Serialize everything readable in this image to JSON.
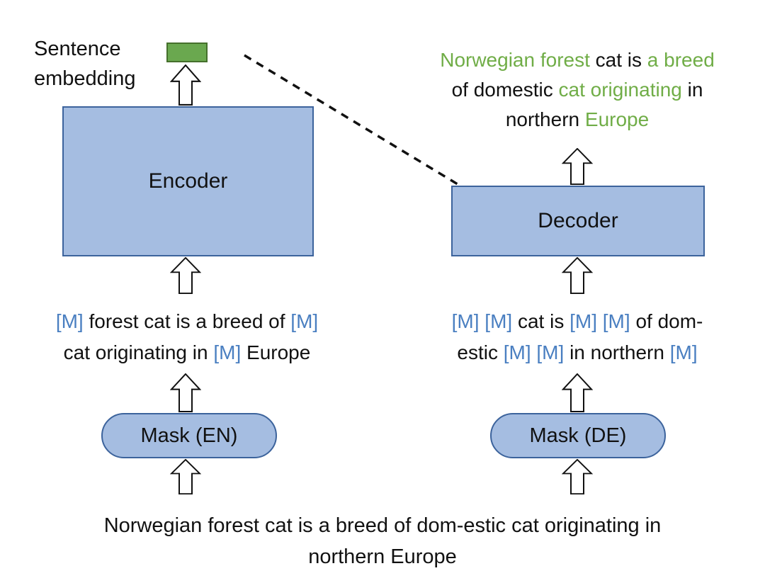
{
  "colors": {
    "box_fill": "#a5bde1",
    "box_border": "#3c639c",
    "embedding_fill": "#6aa84f",
    "embedding_border": "#45702c",
    "green_text": "#70ad47",
    "mask_token": "#4a7fc1",
    "text": "#111111"
  },
  "left": {
    "embedding_label": "Sentence\nembedding",
    "encoder_label": "Encoder",
    "mask_label": "Mask (EN)",
    "masked_tokens": [
      {
        "text": "[M]",
        "color": "mask_token"
      },
      {
        "text": " forest cat is a breed of ",
        "color": "text"
      },
      {
        "text": "[M]",
        "color": "mask_token"
      },
      {
        "text": "\ncat originating in ",
        "color": "text"
      },
      {
        "text": "[M]",
        "color": "mask_token"
      },
      {
        "text": " Europe",
        "color": "text"
      }
    ]
  },
  "right": {
    "decoder_label": "Decoder",
    "mask_label": "Mask (DE)",
    "output_tokens": [
      {
        "text": "Norwegian forest",
        "color": "green_text"
      },
      {
        "text": " cat is ",
        "color": "text"
      },
      {
        "text": "a breed",
        "color": "green_text"
      },
      {
        "text": "\nof domestic ",
        "color": "text"
      },
      {
        "text": "cat originating",
        "color": "green_text"
      },
      {
        "text": " in\nnorthern ",
        "color": "text"
      },
      {
        "text": "Europe",
        "color": "green_text"
      }
    ],
    "masked_tokens": [
      {
        "text": "[M]",
        "color": "mask_token"
      },
      {
        "text": " ",
        "color": "text"
      },
      {
        "text": "[M]",
        "color": "mask_token"
      },
      {
        "text": " cat is ",
        "color": "text"
      },
      {
        "text": "[M]",
        "color": "mask_token"
      },
      {
        "text": " ",
        "color": "text"
      },
      {
        "text": "[M]",
        "color": "mask_token"
      },
      {
        "text": " of dom-\nestic ",
        "color": "text"
      },
      {
        "text": "[M]",
        "color": "mask_token"
      },
      {
        "text": " ",
        "color": "text"
      },
      {
        "text": "[M]",
        "color": "mask_token"
      },
      {
        "text": " in northern ",
        "color": "text"
      },
      {
        "text": "[M]",
        "color": "mask_token"
      }
    ]
  },
  "bottom": {
    "source_text": "Norwegian forest cat is a breed of dom-estic cat originating in\nnorthern Europe"
  }
}
